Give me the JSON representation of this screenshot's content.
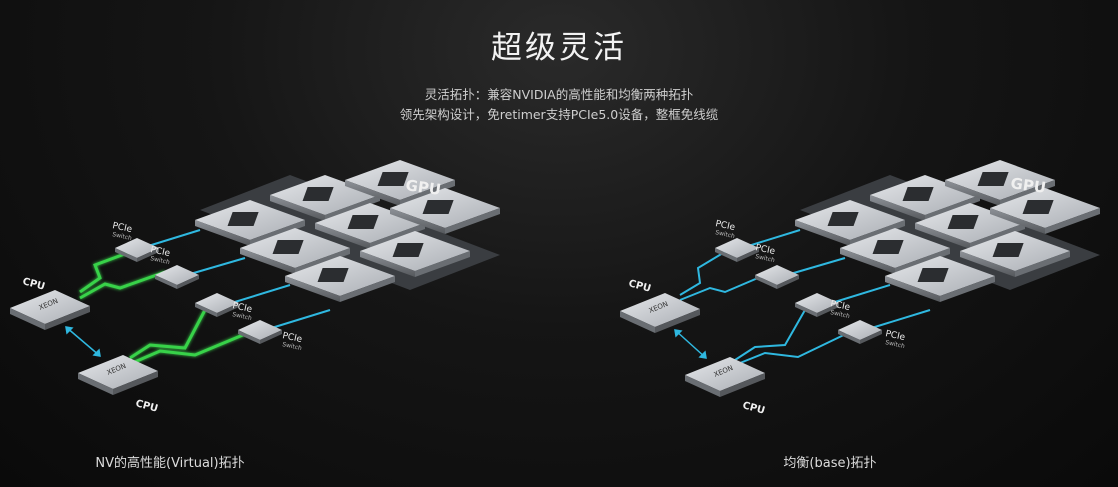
{
  "header": {
    "title": "超级灵活",
    "subtitle_line1": "灵活拓扑：兼容NVIDIA的高性能和均衡两种拓扑",
    "subtitle_line2": "领先架构设计，免retimer支持PCIe5.0设备，整框免线缆"
  },
  "labels": {
    "gpu": "GPU",
    "cpu": "CPU",
    "pcie": "PCIe",
    "switch": "Switch",
    "xeon": "XEON"
  },
  "left_diagram": {
    "caption": "NV的高性能(Virtual)拓扑",
    "link_color": "#39d24a"
  },
  "right_diagram": {
    "caption": "均衡(base)拓扑",
    "link_color": "#2fb8e0"
  },
  "colors": {
    "cyan_link": "#2fb8e0",
    "green_link": "#39d24a",
    "module": "#c9ccd1",
    "background": "#111111"
  }
}
